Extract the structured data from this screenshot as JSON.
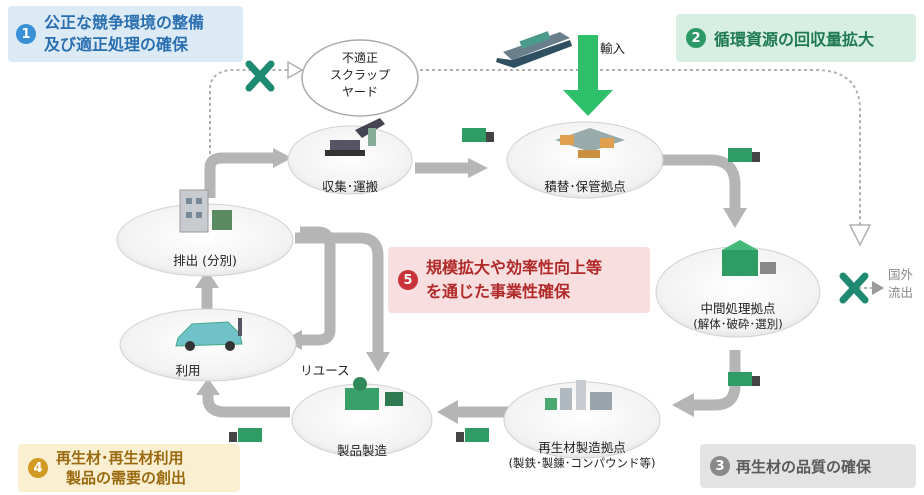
{
  "banners": {
    "b1": {
      "num": "1",
      "line1": "公正な競争環境の整備",
      "line2": "及び適正処理の確保"
    },
    "b2": {
      "num": "2",
      "text": "循環資源の回収量拡大"
    },
    "b3": {
      "num": "3",
      "text": "再生材の品質の確保"
    },
    "b4": {
      "num": "4",
      "line1": "再生材･再生材利用",
      "line2": "製品の需要の創出"
    },
    "b5": {
      "num": "5",
      "line1": "規模拡大や効率性向上等",
      "line2": "を通じた事業性確保"
    }
  },
  "nodes": {
    "scrap_yard": {
      "line1": "不適正",
      "line2": "スクラップ",
      "line3": "ヤード"
    },
    "collection": {
      "label": "収集･運搬"
    },
    "storage": {
      "label": "積替･保管拠点"
    },
    "discharge": {
      "label": "排出 (分別)"
    },
    "intermediate": {
      "label": "中間処理拠点",
      "sub": "(解体･破砕･選別)"
    },
    "use": {
      "label": "利用"
    },
    "product_mfg": {
      "label": "製品製造"
    },
    "recycled_mfg": {
      "label": "再生材製造拠点",
      "sub": "(製鉄･製錬･コンパウンド等)"
    }
  },
  "labels": {
    "import": "輸入",
    "reuse": "リユース",
    "overseas_line1": "国外",
    "overseas_line2": "流出"
  },
  "colors": {
    "b1_bg": "#dceaf6",
    "b1_text": "#2a6fb0",
    "b1_num": "#3a8fd6",
    "b2_bg": "#d7eee3",
    "b2_text": "#1f7a52",
    "b2_num": "#2c9a66",
    "b3_bg": "#e3e3e3",
    "b3_text": "#5a5a5a",
    "b3_num": "#8a8a8a",
    "b4_bg": "#fbefd2",
    "b4_text": "#9a6a10",
    "b4_num": "#d29a22",
    "b5_bg": "#f8dede",
    "b5_text": "#b02a2a",
    "b5_num": "#c8343a",
    "arrow_gray": "#b4b4b4",
    "import_green": "#2fbf6a",
    "cross_green": "#1f8a72"
  }
}
